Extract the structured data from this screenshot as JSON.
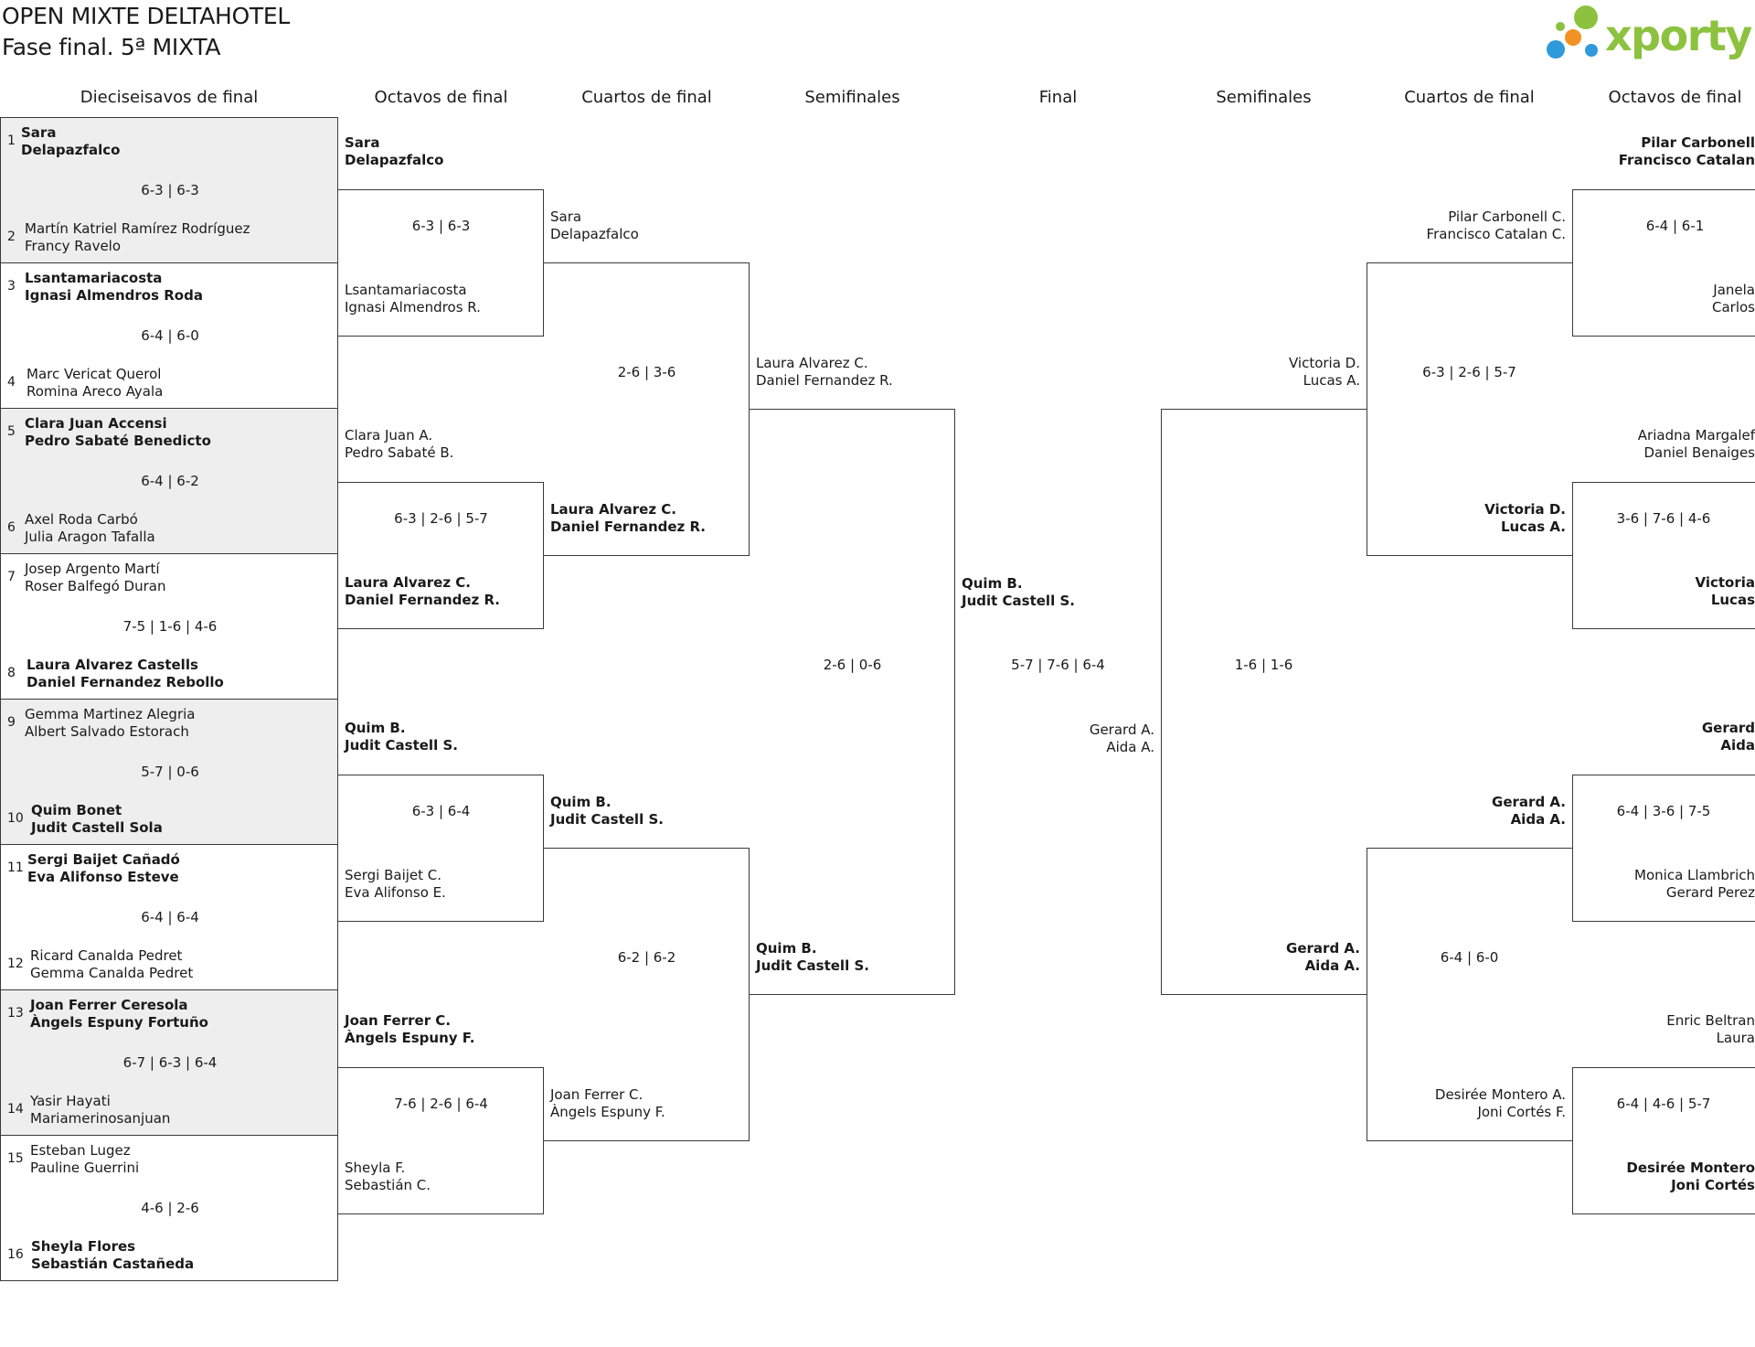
{
  "title": {
    "line1": "OPEN MIXTE DELTAHOTEL",
    "line2": "Fase final. 5ª MIXTA"
  },
  "logo": {
    "text": "xporty",
    "colors": [
      "#8cc23f",
      "#f29222",
      "#2e9ad9"
    ]
  },
  "headers": [
    "Dieciseisavos de final",
    "Octavos de final",
    "Cuartos de final",
    "Semifinales",
    "Final",
    "Semifinales",
    "Cuartos de final",
    "Octavos de final"
  ],
  "r32": [
    {
      "a": {
        "seed": "1",
        "l1": "Sara",
        "l2": "Delapazfalco"
      },
      "b": {
        "seed": "2",
        "l1": "Martín Katriel Ramírez Rodríguez",
        "l2": "Francy Ravelo"
      },
      "score": "6-3 | 6-3",
      "winner": "a"
    },
    {
      "a": {
        "seed": "3",
        "l1": "Lsantamariacosta",
        "l2": "Ignasi Almendros Roda"
      },
      "b": {
        "seed": "4",
        "l1": "Marc Vericat Querol",
        "l2": "Romina Areco Ayala"
      },
      "score": "6-4 | 6-0",
      "winner": "a"
    },
    {
      "a": {
        "seed": "5",
        "l1": "Clara Juan Accensi",
        "l2": "Pedro Sabaté Benedicto"
      },
      "b": {
        "seed": "6",
        "l1": "Axel Roda Carbó",
        "l2": "Julia Aragon Tafalla"
      },
      "score": "6-4 | 6-2",
      "winner": "a"
    },
    {
      "a": {
        "seed": "7",
        "l1": "Josep Argento Martí",
        "l2": "Roser Balfegó Duran"
      },
      "b": {
        "seed": "8",
        "l1": "Laura Alvarez Castells",
        "l2": "Daniel Fernandez Rebollo"
      },
      "score": "7-5 | 1-6 | 4-6",
      "winner": "b"
    },
    {
      "a": {
        "seed": "9",
        "l1": "Gemma Martinez Alegria",
        "l2": "Albert Salvado Estorach"
      },
      "b": {
        "seed": "10",
        "l1": "Quim Bonet",
        "l2": "Judit Castell Sola"
      },
      "score": "5-7 | 0-6",
      "winner": "b"
    },
    {
      "a": {
        "seed": "11",
        "l1": "Sergi Baijet Cañadó",
        "l2": "Eva Alifonso Esteve"
      },
      "b": {
        "seed": "12",
        "l1": "Ricard Canalda Pedret",
        "l2": "Gemma Canalda Pedret"
      },
      "score": "6-4 | 6-4",
      "winner": "a"
    },
    {
      "a": {
        "seed": "13",
        "l1": "Joan Ferrer Ceresola",
        "l2": "Àngels Espuny Fortuño"
      },
      "b": {
        "seed": "14",
        "l1": "Yasir Hayati",
        "l2": "Mariamerinosanjuan"
      },
      "score": "6-7 | 6-3 | 6-4",
      "winner": "a"
    },
    {
      "a": {
        "seed": "15",
        "l1": "Esteban Lugez",
        "l2": "Pauline Guerrini"
      },
      "b": {
        "seed": "16",
        "l1": "Sheyla Flores",
        "l2": "Sebastián Castañeda"
      },
      "score": "4-6 | 2-6",
      "winner": "b"
    }
  ],
  "r16_left": [
    {
      "a": {
        "l1": "Sara",
        "l2": "Delapazfalco"
      },
      "b": {
        "l1": "Lsantamariacosta",
        "l2": "Ignasi Almendros R."
      },
      "score": "6-3 | 6-3",
      "winner": "a"
    },
    {
      "a": {
        "l1": "Clara Juan A.",
        "l2": "Pedro Sabaté B."
      },
      "b": {
        "l1": "Laura Alvarez C.",
        "l2": "Daniel Fernandez R."
      },
      "score": "6-3 | 2-6 | 5-7",
      "winner": "b"
    },
    {
      "a": {
        "l1": "Quim B.",
        "l2": "Judit Castell S."
      },
      "b": {
        "l1": "Sergi Baijet C.",
        "l2": "Eva Alifonso E."
      },
      "score": "6-3 | 6-4",
      "winner": "a"
    },
    {
      "a": {
        "l1": "Joan Ferrer C.",
        "l2": "Àngels Espuny F."
      },
      "b": {
        "l1": "Sheyla F.",
        "l2": "Sebastián C."
      },
      "score": "7-6 | 2-6 | 6-4",
      "winner": "a"
    }
  ],
  "qf_left": [
    {
      "a": {
        "l1": "Sara",
        "l2": "Delapazfalco"
      },
      "b": {
        "l1": "Laura Alvarez C.",
        "l2": "Daniel Fernandez R."
      },
      "score": "2-6 | 3-6",
      "winner": "b"
    },
    {
      "a": {
        "l1": "Quim B.",
        "l2": "Judit Castell S."
      },
      "b": {
        "l1": "Joan Ferrer C.",
        "l2": "Àngels Espuny F."
      },
      "score": "6-2 | 6-2",
      "winner": "a"
    }
  ],
  "sf_left": {
    "a": {
      "l1": "Laura Alvarez C.",
      "l2": "Daniel Fernandez R."
    },
    "b": {
      "l1": "Quim B.",
      "l2": "Judit Castell S."
    },
    "score": "2-6 | 0-6",
    "winner": "b"
  },
  "final": {
    "a": {
      "l1": "Quim B.",
      "l2": "Judit Castell S."
    },
    "b": {
      "l1": "Gerard A.",
      "l2": "Aida A."
    },
    "score": "5-7 | 7-6 | 6-4",
    "winner": "a"
  },
  "sf_right": {
    "a": {
      "l1": "Victoria D.",
      "l2": "Lucas A."
    },
    "b": {
      "l1": "Gerard A.",
      "l2": "Aida A."
    },
    "score": "1-6 | 1-6",
    "winner": "b"
  },
  "qf_right": [
    {
      "a": {
        "l1": "Pilar Carbonell C.",
        "l2": "Francisco Catalan C."
      },
      "b": {
        "l1": "Victoria D.",
        "l2": "Lucas A."
      },
      "score": "6-3 | 2-6 | 5-7",
      "winner": "b"
    },
    {
      "a": {
        "l1": "Gerard A.",
        "l2": "Aida A."
      },
      "b": {
        "l1": "Desirée Montero A.",
        "l2": "Joni Cortés F."
      },
      "score": "6-4 | 6-0",
      "winner": "a"
    }
  ],
  "r16_right": [
    {
      "a": {
        "l1": "Pilar Carbonell",
        "l2": "Francisco Catalan"
      },
      "b": {
        "l1": "Janela",
        "l2": "Carlos"
      },
      "score": "6-4 | 6-1",
      "winner": "a"
    },
    {
      "a": {
        "l1": "Ariadna Margalef",
        "l2": "Daniel Benaiges"
      },
      "b": {
        "l1": "Victoria",
        "l2": "Lucas"
      },
      "score": "3-6 | 7-6 | 4-6",
      "winner": "b"
    },
    {
      "a": {
        "l1": "Gerard",
        "l2": "Aida"
      },
      "b": {
        "l1": "Monica Llambrich",
        "l2": "Gerard Perez"
      },
      "score": "6-4 | 3-6 | 7-5",
      "winner": "a"
    },
    {
      "a": {
        "l1": "Enric Beltran",
        "l2": "Laura"
      },
      "b": {
        "l1": "Desirée Montero",
        "l2": "Joni Cortés"
      },
      "score": "6-4 | 4-6 | 5-7",
      "winner": "b"
    }
  ]
}
